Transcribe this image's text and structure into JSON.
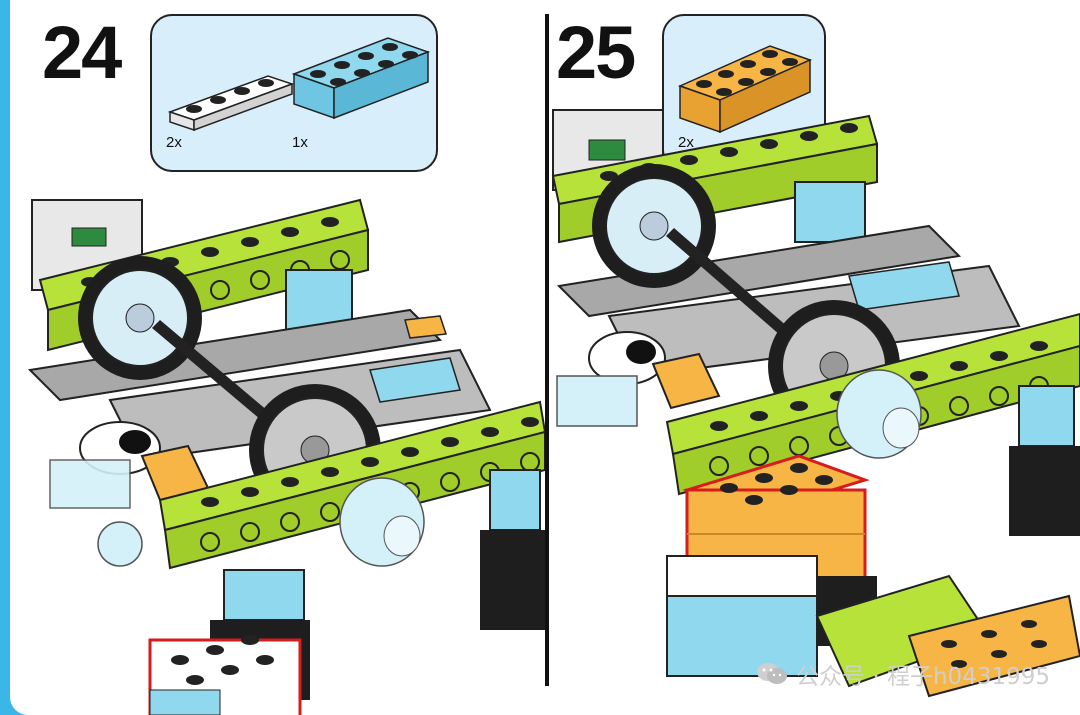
{
  "steps": [
    {
      "number": "24",
      "parts": [
        {
          "qty": "2x",
          "part": "white 1x4 plate"
        },
        {
          "qty": "1x",
          "part": "azure 2x4 brick"
        }
      ]
    },
    {
      "number": "25",
      "parts": [
        {
          "qty": "2x",
          "part": "orange 2x4 brick"
        }
      ]
    }
  ],
  "colors": {
    "lime": "#b6e23a",
    "azure": "#8fd8ee",
    "orange": "#f6b544",
    "gray": "#a8a8a8",
    "black": "#1e1e1e",
    "frame": "#3ab7e6"
  },
  "watermark": {
    "text": "公众号 · 程子h0431995",
    "icon": "wechat-icon"
  }
}
